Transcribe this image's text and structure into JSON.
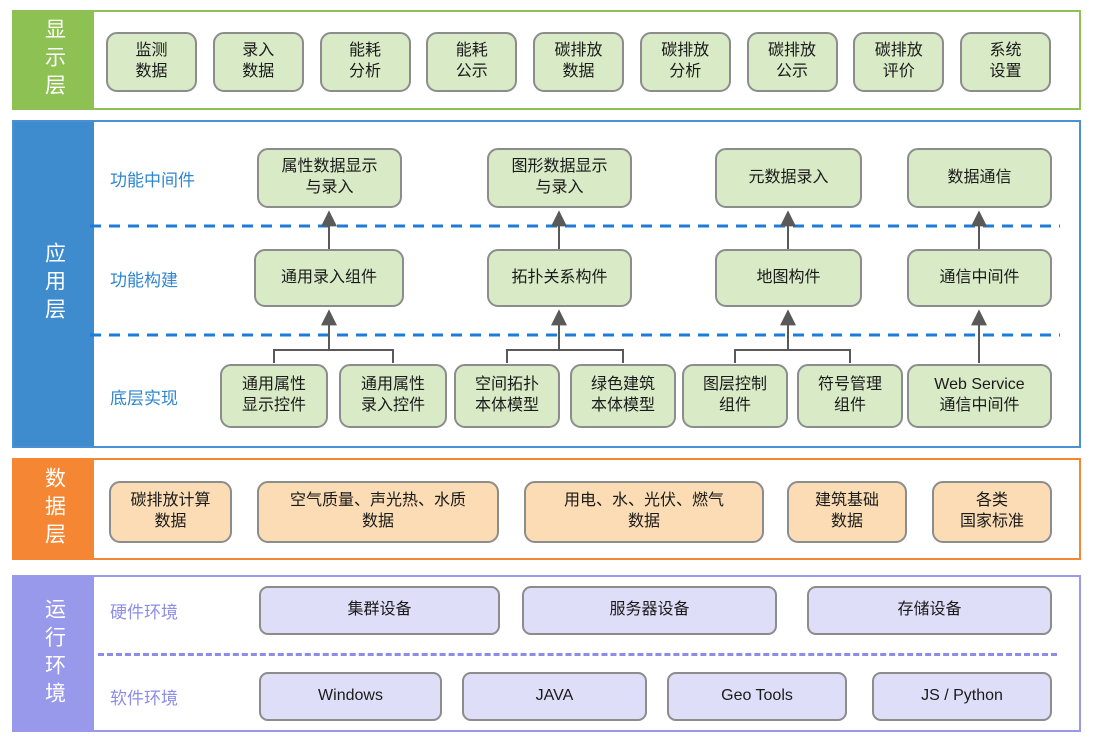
{
  "display_layer": {
    "title": "显示层",
    "boxes": [
      "监测\n数据",
      "录入\n数据",
      "能耗\n分析",
      "能耗\n公示",
      "碳排放\n数据",
      "碳排放\n分析",
      "碳排放\n公示",
      "碳排放\n评价",
      "系统\n设置"
    ]
  },
  "app_layer": {
    "title": "应用层",
    "row_middleware": {
      "label": "功能中间件",
      "boxes": [
        "属性数据显示\n与录入",
        "图形数据显示\n与录入",
        "元数据录入",
        "数据通信"
      ]
    },
    "row_build": {
      "label": "功能构建",
      "boxes": [
        "通用录入组件",
        "拓扑关系构件",
        "地图构件",
        "通信中间件"
      ]
    },
    "row_base": {
      "label": "底层实现",
      "boxes": [
        "通用属性\n显示控件",
        "通用属性\n录入控件",
        "空间拓扑\n本体模型",
        "绿色建筑\n本体模型",
        "图层控制\n组件",
        "符号管理\n组件",
        "Web Service\n通信中间件"
      ]
    }
  },
  "data_layer": {
    "title": "数据层",
    "boxes": [
      "碳排放计算\n数据",
      "空气质量、声光热、水质\n数据",
      "用电、水、光伏、燃气\n数据",
      "建筑基础\n数据",
      "各类\n国家标准"
    ]
  },
  "runtime_layer": {
    "title": "运行环境",
    "row_hardware": {
      "label": "硬件环境",
      "boxes": [
        "集群设备",
        "服务器设备",
        "存储设备"
      ]
    },
    "row_software": {
      "label": "软件环境",
      "boxes": [
        "Windows",
        "JAVA",
        "Geo Tools",
        "JS / Python"
      ]
    }
  },
  "colors": {
    "display_accent": "#8dc153",
    "app_accent": "#3e8ccd",
    "app_border": "#4a90d4",
    "data_accent": "#f58634",
    "runtime_accent": "#9899ea",
    "green_box_fill": "#d9eac7",
    "orange_box_fill": "#fbdcb4",
    "purple_box_fill": "#dedef8",
    "box_border": "#8c8c8c",
    "connector": "#595959",
    "app_label_text": "#2e86d0",
    "app_dash": "#1e7bd7",
    "runtime_label_text": "#8b8de9"
  }
}
